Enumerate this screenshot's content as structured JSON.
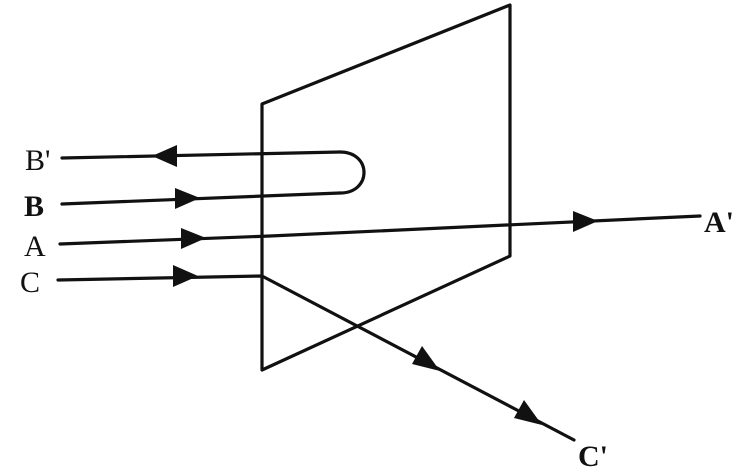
{
  "labels": {
    "b_prime": "B'",
    "b": "B",
    "a": "A",
    "c": "C",
    "a_prime": "A'",
    "c_prime": "C'"
  },
  "colors": {
    "ink": "#111111",
    "background": "#ffffff"
  }
}
